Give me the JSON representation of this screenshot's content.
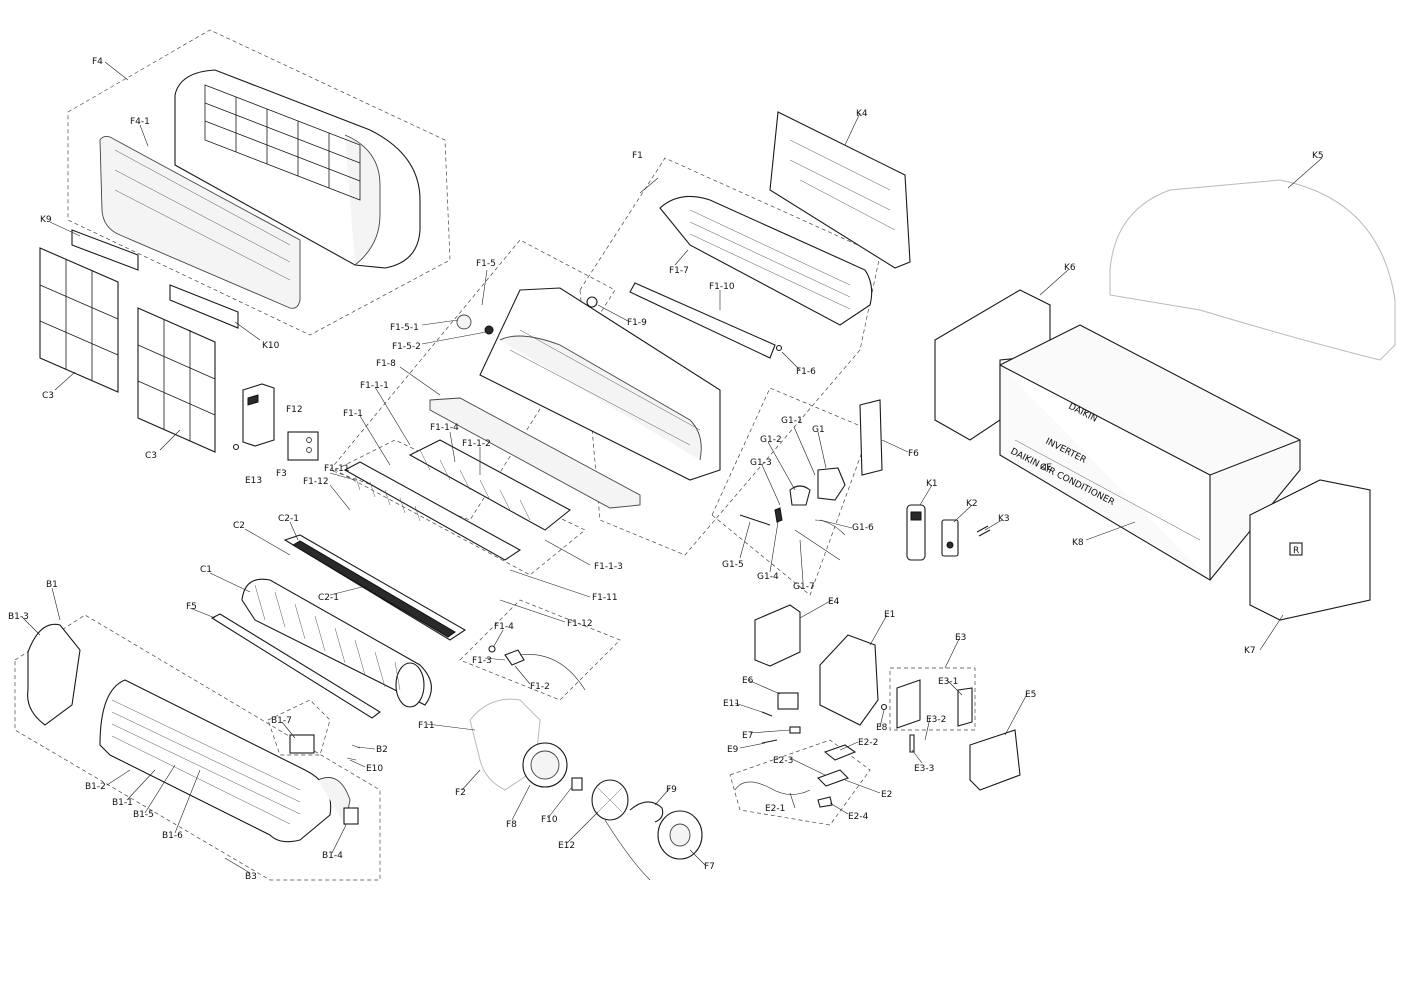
{
  "labels": {
    "F4": "F4",
    "F4_1": "F4-1",
    "K9": "K9",
    "K10": "K10",
    "C3a": "C3",
    "C3b": "C3",
    "F12": "F12",
    "F3": "F3",
    "E13": "E13",
    "F1_5": "F1-5",
    "F1_5_1": "F1-5-1",
    "F1_5_2": "F1-5-2",
    "F1_8": "F1-8",
    "F1_1_1": "F1-1-1",
    "F1_1": "F1-1",
    "F1_1_4": "F1-1-4",
    "F1_1_2": "F1-1-2",
    "F1_11a": "F1-11",
    "F1_12a": "F1-12",
    "F1_1_3": "F1-1-3",
    "F1_11b": "F1-11",
    "F1_12b": "F1-12",
    "F1": "F1",
    "F1_7": "F1-7",
    "F1_10": "F1-10",
    "F1_9": "F1-9",
    "F1_6": "F1-6",
    "K4": "K4",
    "K5": "K5",
    "K6": "K6",
    "K8": "K8",
    "K7": "K7",
    "K1": "K1",
    "K2": "K2",
    "K3": "K3",
    "F6": "F6",
    "G1_1": "G1-1",
    "G1": "G1",
    "G1_2": "G1-2",
    "G1_3": "G1-3",
    "G1_6": "G1-6",
    "G1_5": "G1-5",
    "G1_4": "G1-4",
    "G1_7": "G1-7",
    "C2_1a": "C2-1",
    "C2": "C2",
    "C2_1b": "C2-1",
    "C1": "C1",
    "F5": "F5",
    "F1_4": "F1-4",
    "F1_3": "F1-3",
    "F1_2": "F1-2",
    "B1": "B1",
    "B1_3": "B1-3",
    "B1_7": "B1-7",
    "B2": "B2",
    "E10": "E10",
    "B1_2": "B1-2",
    "B1_1": "B1-1",
    "B1_5": "B1-5",
    "B1_6": "B1-6",
    "B1_4": "B1-4",
    "B3": "B3",
    "F11": "F11",
    "F2": "F2",
    "F8": "F8",
    "F10": "F10",
    "E12": "E12",
    "F9": "F9",
    "F7": "F7",
    "E4": "E4",
    "E1": "E1",
    "E3": "E3",
    "E3_1": "E3-1",
    "E6": "E6",
    "E11": "E11",
    "E7": "E7",
    "E9": "E9",
    "E8": "E8",
    "E3_2": "E3-2",
    "E3_3": "E3-3",
    "E2_2": "E2-2",
    "E2_3": "E2-3",
    "E2": "E2",
    "E2_1": "E2-1",
    "E2_4": "E2-4",
    "E5": "E5"
  },
  "box_print": {
    "brand_top": "DAIKIN",
    "inverter": "INVERTER",
    "side_text": "DAIKIN AIR CONDITIONER",
    "ce": "CE",
    "r_mark": "R"
  }
}
